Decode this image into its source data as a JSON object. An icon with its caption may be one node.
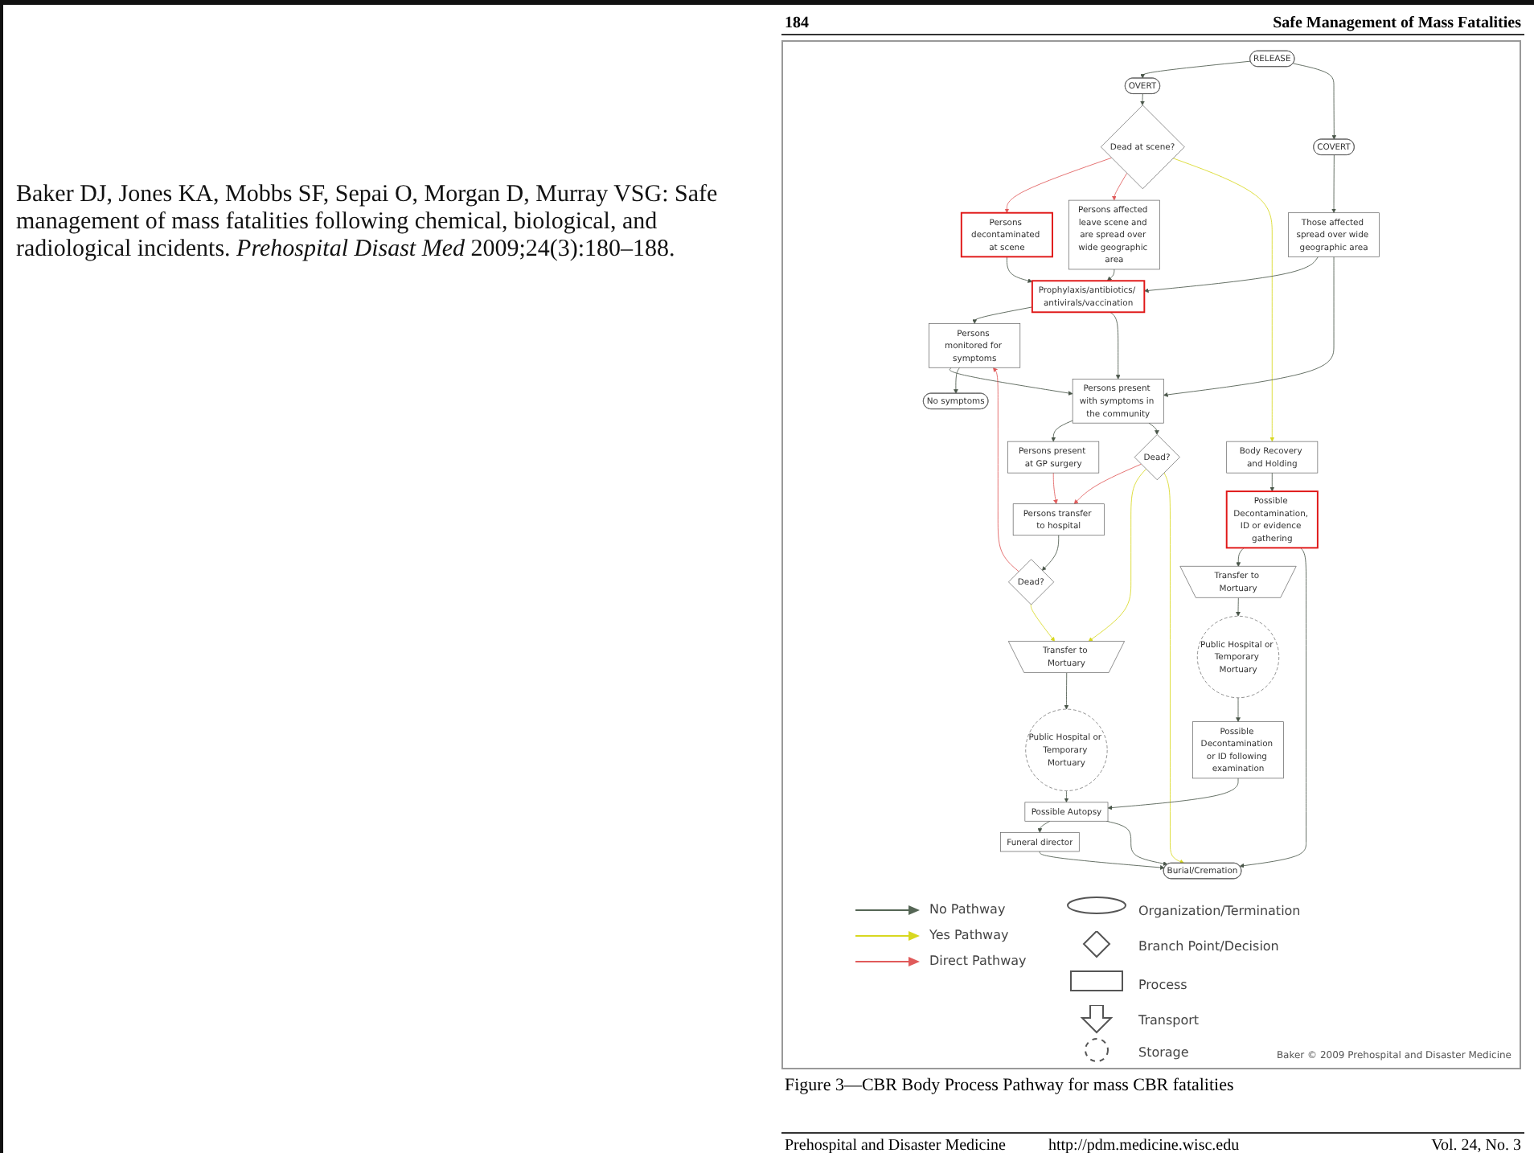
{
  "diagram": {
    "caption": "Figure 3—CBR Body Process Pathway for mass CBR fatalities",
    "nodes": [
      {
        "text": [
          "RELEASE"
        ]
      },
      {
        "text": [
          "OVERT"
        ]
      },
      {
        "text": [
          "COVERT"
        ]
      },
      {
        "text": [
          "Dead at scene?"
        ]
      },
      {
        "text": [
          "Persons decontaminated at scene"
        ]
      },
      {
        "text": [
          "Persons affected leave scene and are spread over wide geographic area"
        ]
      },
      {
        "text": [
          "Those affected spread over wide geographic area"
        ]
      },
      {
        "text": [
          "Body Recovery and Holding"
        ]
      },
      {
        "text": [
          "Prophylaxis/antibiotics/ antivirals/vaccination"
        ]
      },
      {
        "text": [
          "Persons present with symptoms in the community"
        ]
      },
      {
        "text": [
          "Possible Decontamination, ID or evidence gathering"
        ]
      },
      {
        "text": [
          "Persons monitored for symptoms"
        ]
      },
      {
        "text": [
          "Persons transfer to hospital"
        ]
      },
      {
        "text": [
          "Persons present at GP surgery"
        ]
      },
      {
        "text": [
          "No symptoms"
        ]
      },
      {
        "text": [
          "Dead?"
        ]
      },
      {
        "text": [
          "Dead?"
        ]
      },
      {
        "text": [
          "Transfer to Mortuary"
        ]
      },
      {
        "text": [
          "Public Hospital or Temporary Mortuary"
        ]
      },
      {
        "text": [
          "Possible Decontamination or ID following examination"
        ]
      },
      {
        "text": [
          "Transfer to Mortuary"
        ]
      },
      {
        "text": [
          "Possible Autopsy"
        ]
      },
      {
        "text": [
          "Public Hospital or Temporary Mortuary"
        ]
      },
      {
        "text": [
          "Funeral director"
        ]
      },
      {
        "text": [
          "Burial/Cremation"
        ]
      }
    ],
    "edges": [
      {
        "from": 0,
        "to": 1,
        "arrow": "to"
      },
      {
        "from": 0,
        "to": 2,
        "arrow": "to"
      },
      {
        "from": 1,
        "to": 3,
        "arrow": "to"
      },
      {
        "from": 3,
        "to": 4,
        "arrow": "to",
        "color": "#e05a5a"
      },
      {
        "from": 3,
        "to": 5,
        "arrow": "to",
        "color": "#e05a5a"
      },
      {
        "from": 3,
        "to": 7,
        "arrow": "to",
        "color": "#d8d820"
      },
      {
        "from": 2,
        "to": 6,
        "arrow": "to"
      },
      {
        "from": 4,
        "to": 8,
        "arrow": "to"
      },
      {
        "from": 5,
        "to": 8,
        "arrow": "to"
      },
      {
        "from": 6,
        "to": 8,
        "arrow": "to"
      },
      {
        "from": 6,
        "to": 9,
        "arrow": "to"
      },
      {
        "from": 8,
        "to": 11,
        "arrow": "to"
      },
      {
        "from": 8,
        "to": 9,
        "arrow": "to"
      },
      {
        "from": 11,
        "to": 9,
        "arrow": "to"
      },
      {
        "from": 7,
        "to": 10,
        "arrow": "to"
      },
      {
        "from": 11,
        "to": 14,
        "arrow": "to"
      },
      {
        "from": 10,
        "to": 17,
        "arrow": "to"
      },
      {
        "from": 10,
        "to": 24,
        "arrow": "to"
      },
      {
        "from": 9,
        "to": 13,
        "arrow": "to"
      },
      {
        "from": 9,
        "to": 16,
        "arrow": "to"
      },
      {
        "from": 13,
        "to": 12,
        "arrow": "to",
        "color": "#e05a5a"
      },
      {
        "from": 16,
        "to": 12,
        "arrow": "to",
        "color": "#e05a5a"
      },
      {
        "from": 12,
        "to": 15,
        "arrow": "to"
      },
      {
        "from": 15,
        "to": 11,
        "arrow": "to",
        "color": "#e05a5a"
      },
      {
        "from": 15,
        "to": 20,
        "arrow": "to",
        "color": "#d8d820"
      },
      {
        "from": 16,
        "to": 20,
        "arrow": "to",
        "color": "#d8d820"
      },
      {
        "from": 16,
        "to": 24,
        "arrow": "to",
        "color": "#d8d820"
      },
      {
        "from": 17,
        "to": 18,
        "arrow": "to"
      },
      {
        "from": 18,
        "to": 19,
        "arrow": "to"
      },
      {
        "from": 20,
        "to": 22,
        "arrow": "to"
      },
      {
        "from": 19,
        "to": 21,
        "arrow": "to"
      },
      {
        "from": 22,
        "to": 21,
        "arrow": "to"
      },
      {
        "from": 21,
        "to": 23,
        "arrow": "to"
      },
      {
        "from": 21,
        "to": 24,
        "arrow": "to"
      },
      {
        "from": 23,
        "to": 24,
        "arrow": "to"
      }
    ],
    "labels": [
      "184",
      "Safe Management of Mass Fatalities",
      "Baker DJ, Jones KA, Mobbs SF, Sepai O, Morgan D, Murray VSG: Safe management of mass fatalities following chemical, biological, and radiological incidents. *Prehospital Disast Med* 2009;24(3):180–188.",
      "Baker © 2009 Prehospital and Disaster Medicine",
      "Prehospital and Disaster Medicine",
      "http://pdm.medicine.wisc.edu",
      "Vol. 24, No. 3"
    ],
    "legend": [
      {
        "text": "No Pathway"
      },
      {
        "text": "Yes Pathway"
      },
      {
        "text": "Direct Pathway"
      },
      {
        "text": "Organization/Termination"
      },
      {
        "text": "Branch Point/Decision"
      },
      {
        "text": "Process"
      },
      {
        "text": "Transport"
      },
      {
        "text": "Storage"
      }
    ]
  }
}
